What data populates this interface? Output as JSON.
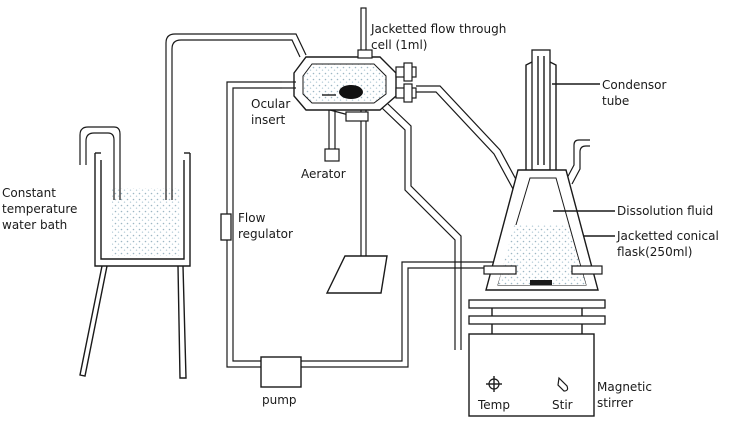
{
  "labels": {
    "water_bath": [
      "Constant",
      "temperature",
      "water bath"
    ],
    "flow_cell": [
      "Jacketted flow through",
      "cell (1ml)"
    ],
    "ocular_insert": [
      "Ocular",
      "insert"
    ],
    "aerator": "Aerator",
    "flow_regulator": [
      "Flow",
      "regulator"
    ],
    "condenser": [
      "Condensor",
      "tube"
    ],
    "dissolution_fluid": "Dissolution fluid",
    "conical_flask": [
      "Jacketted conical",
      "flask(250ml)"
    ],
    "pump": "pump",
    "magnetic_stirrer": [
      "Magnetic",
      "stirrer"
    ],
    "temp_knob": "Temp",
    "stir_knob": "Stir"
  },
  "colors": {
    "line": "#1a1a1a",
    "liquid_fill": "#e9f2f7"
  },
  "icons": [
    "temp-knob-icon",
    "stir-knob-icon"
  ]
}
